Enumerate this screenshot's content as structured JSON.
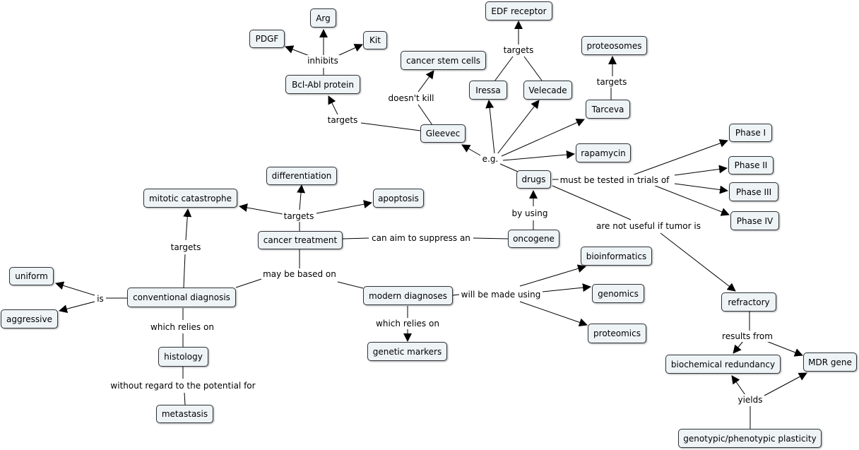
{
  "nodes": {
    "arg": "Arg",
    "pdgf": "PDGF",
    "kit": "Kit",
    "bcl_abl": "Bcl-Abl protein",
    "edf": "EDF receptor",
    "cancer_stem_cells": "cancer stem cells",
    "iressa": "Iressa",
    "velecade": "Velecade",
    "proteosomes": "proteosomes",
    "tarceva": "Tarceva",
    "gleevec": "Gleevec",
    "rapamycin": "rapamycin",
    "phase1": "Phase I",
    "phase2": "Phase II",
    "phase3": "Phase III",
    "phase4": "Phase IV",
    "drugs": "drugs",
    "differentiation": "differentiation",
    "mitotic_catastrophe": "mitotic catastrophe",
    "apoptosis": "apoptosis",
    "cancer_treatment": "cancer treatment",
    "oncogene": "oncogene",
    "bioinformatics": "bioinformatics",
    "uniform": "uniform",
    "conventional_diagnosis": "conventional diagnosis",
    "modern_diagnoses": "modern diagnoses",
    "genomics": "genomics",
    "aggressive": "aggressive",
    "refractory": "refractory",
    "proteomics": "proteomics",
    "histology": "histology",
    "genetic_markers": "genetic markers",
    "biochemical_redundancy": "biochemical redundancy",
    "mdr_gene": "MDR gene",
    "metastasis": "metastasis",
    "plasticity": "genotypic/phenotypic plasticity"
  },
  "links": {
    "inhibits": "inhibits",
    "targets_bcl": "targets",
    "doesnt_kill": "doesn't kill",
    "targets_edf": "targets",
    "targets_proteosomes": "targets",
    "eg": "e.g.",
    "must_be_tested": "must be tested in trials of",
    "by_using": "by using",
    "not_useful": "are not useful if tumor is",
    "targets_treatment": "targets",
    "can_aim": "can aim to suppress an",
    "targets_conv": "targets",
    "may_be_based": "may be based on",
    "is": "is",
    "will_be_made": "will be made using",
    "relies_on_conv": "which relies on",
    "relies_on_modern": "which relies on",
    "results_from": "results from",
    "without_regard": "without regard to the potential for",
    "yields": "yields"
  }
}
